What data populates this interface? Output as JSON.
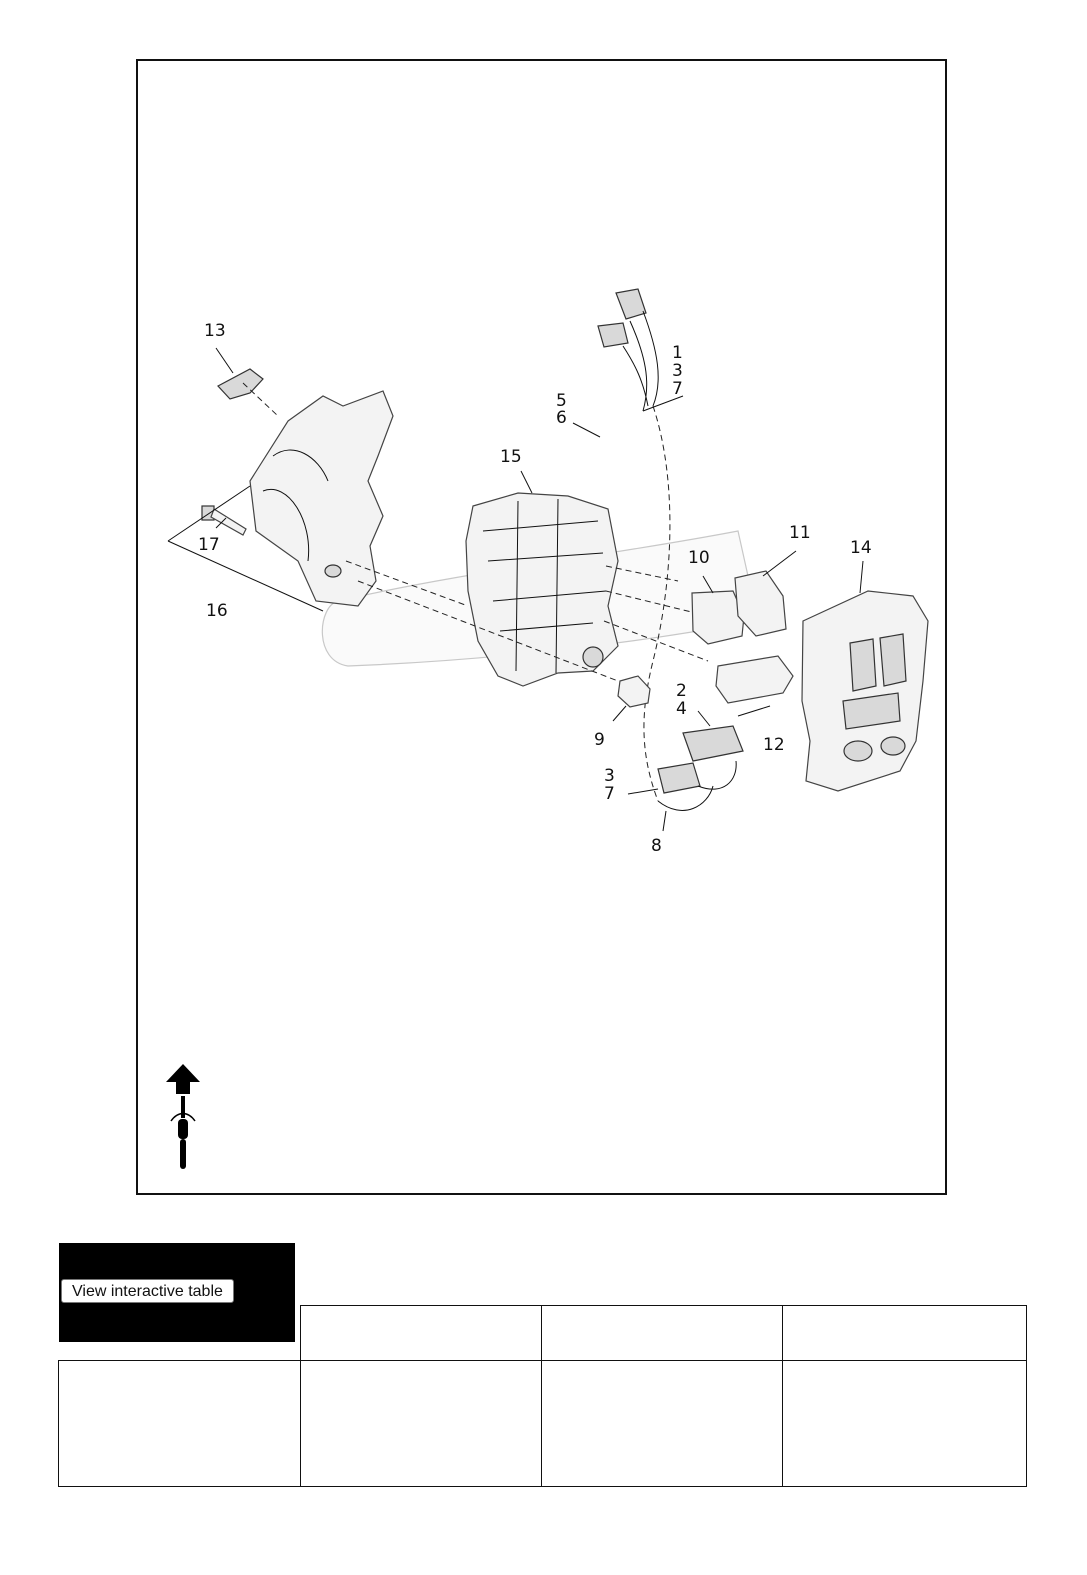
{
  "figure": {
    "callouts": {
      "c1": "1",
      "c3a": "3",
      "c7a": "7",
      "c5": "5",
      "c6": "6",
      "c15": "15",
      "c13": "13",
      "c17": "17",
      "c16": "16",
      "c10": "10",
      "c11": "11",
      "c14": "14",
      "c9": "9",
      "c2": "2",
      "c4": "4",
      "c3b": "3",
      "c7b": "7",
      "c12": "12",
      "c8": "8"
    }
  },
  "table": {
    "button_label": "View interactive table",
    "header": [
      "",
      "",
      "",
      ""
    ],
    "rows": [
      [
        "",
        "",
        "",
        ""
      ]
    ]
  }
}
